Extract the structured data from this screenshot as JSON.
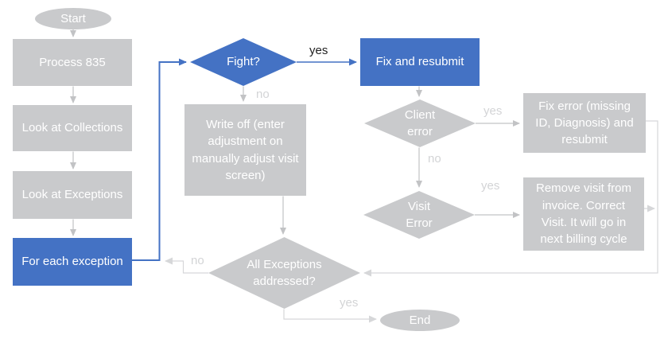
{
  "colors": {
    "accent_blue": "#4472c4",
    "shape_gray": "#c9cacc",
    "connector_gray": "#c2c3c5",
    "connector_light": "#d6d7d9",
    "label_gray": "#d3d4d6",
    "label_dark": "#1f1f1f",
    "text_white": "#ffffff"
  },
  "flowchart": {
    "nodes": {
      "start": {
        "label": "Start",
        "type": "terminator"
      },
      "process_835": {
        "label": "Process 835",
        "type": "process"
      },
      "look_collections": {
        "label": "Look at Collections",
        "type": "process"
      },
      "look_exceptions": {
        "label": "Look at Exceptions",
        "type": "process"
      },
      "for_each_exception": {
        "label": "For each exception",
        "type": "process",
        "highlighted": true
      },
      "fight": {
        "label": "Fight?",
        "type": "decision",
        "highlighted": true
      },
      "fix_resubmit": {
        "label": "Fix and resubmit",
        "type": "process",
        "highlighted": true
      },
      "write_off": {
        "label": "Write off (enter adjustment on manually adjust visit screen)",
        "type": "process"
      },
      "client_error": {
        "label": "Client error",
        "type": "decision"
      },
      "fix_error": {
        "label": "Fix error (missing ID, Diagnosis) and resubmit",
        "type": "process"
      },
      "visit_error": {
        "label": "Visit Error",
        "type": "decision"
      },
      "remove_visit": {
        "label": "Remove visit from invoice. Correct Visit. It will go in next billing cycle",
        "type": "process"
      },
      "all_addressed": {
        "label": "All Exceptions addressed?",
        "type": "decision"
      },
      "end": {
        "label": "End",
        "type": "terminator"
      }
    },
    "edge_labels": {
      "fight_yes": "yes",
      "fight_no": "no",
      "client_yes": "yes",
      "client_no": "no",
      "visit_yes": "yes",
      "all_no": "no",
      "all_yes": "yes"
    }
  }
}
